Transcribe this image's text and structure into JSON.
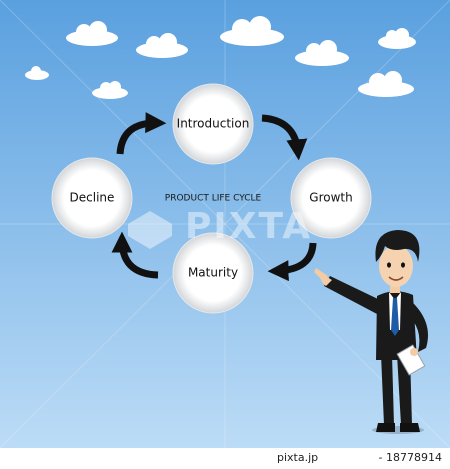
{
  "diagram": {
    "center_title": "PRODUCT LIFE CYCLE",
    "stages": [
      "Introduction",
      "Growth",
      "Maturity",
      "Decline"
    ]
  },
  "watermark": {
    "text": "PIXTA"
  },
  "footer": {
    "site": "pixta.jp",
    "image_id": "- 18778914"
  },
  "colors": {
    "sky_top": "#5aa0df",
    "sky_bottom": "#bcdcf6",
    "arrow": "#111111",
    "suit": "#1a1a1a",
    "tie": "#1f5ca8"
  }
}
